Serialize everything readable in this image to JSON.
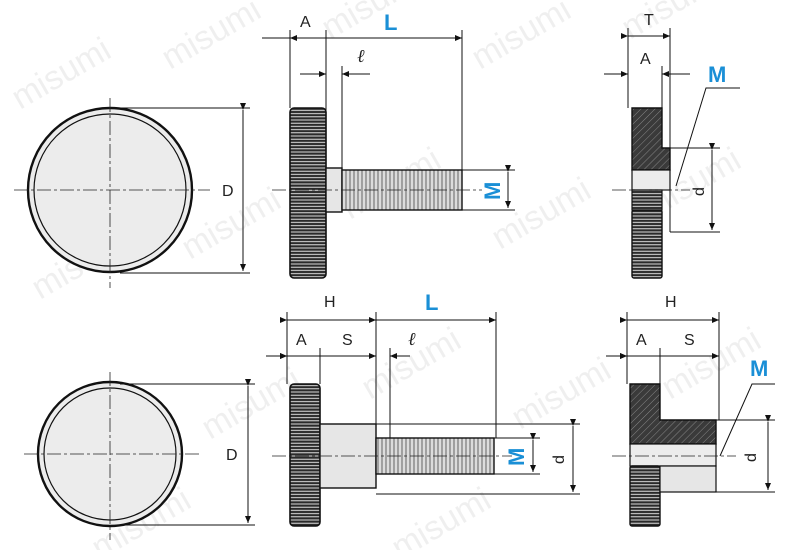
{
  "labels": {
    "A": "A",
    "L": "L",
    "ell": "ℓ",
    "D": "D",
    "M": "M",
    "T": "T",
    "d": "d",
    "H": "H",
    "S": "S"
  },
  "watermark": "misumi",
  "colors": {
    "accent": "#1a8fd6",
    "line": "#111111",
    "knurl_fill": "#2a2a2a",
    "thread_fill": "#d9d9d9",
    "face_fill": "#ececec"
  }
}
